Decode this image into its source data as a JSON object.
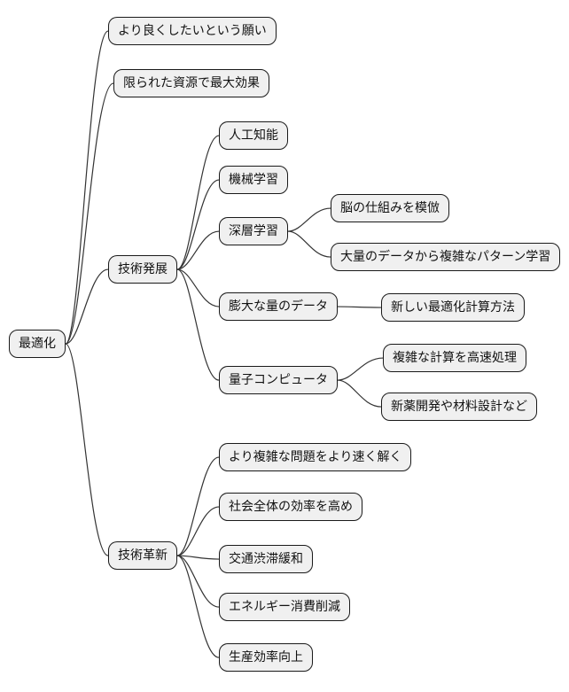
{
  "mindmap": {
    "type": "mindmap-diagram",
    "styles": {
      "node_fill": "#f0f0f0",
      "node_border": "#1a1a1a",
      "edge_color": "#333333",
      "background": "#ffffff"
    },
    "root": {
      "label": "最適化",
      "children": [
        {
          "label": "より良くしたいという願い",
          "children": []
        },
        {
          "label": "限られた資源で最大効果",
          "children": []
        },
        {
          "label": "技術発展",
          "children": [
            {
              "label": "人工知能",
              "children": []
            },
            {
              "label": "機械学習",
              "children": []
            },
            {
              "label": "深層学習",
              "children": [
                {
                  "label": "脳の仕組みを模倣",
                  "children": []
                },
                {
                  "label": "大量のデータから複雑なパターン学習",
                  "children": []
                }
              ]
            },
            {
              "label": "膨大な量のデータ",
              "children": [
                {
                  "label": "新しい最適化計算方法",
                  "children": []
                }
              ]
            },
            {
              "label": "量子コンピュータ",
              "children": [
                {
                  "label": "複雑な計算を高速処理",
                  "children": []
                },
                {
                  "label": "新薬開発や材料設計など",
                  "children": []
                }
              ]
            }
          ]
        },
        {
          "label": "技術革新",
          "children": [
            {
              "label": "より複雑な問題をより速く解く",
              "children": []
            },
            {
              "label": "社会全体の効率を高め",
              "children": []
            },
            {
              "label": "交通渋滞緩和",
              "children": []
            },
            {
              "label": "エネルギー消費削減",
              "children": []
            },
            {
              "label": "生産効率向上",
              "children": []
            }
          ]
        }
      ]
    }
  }
}
